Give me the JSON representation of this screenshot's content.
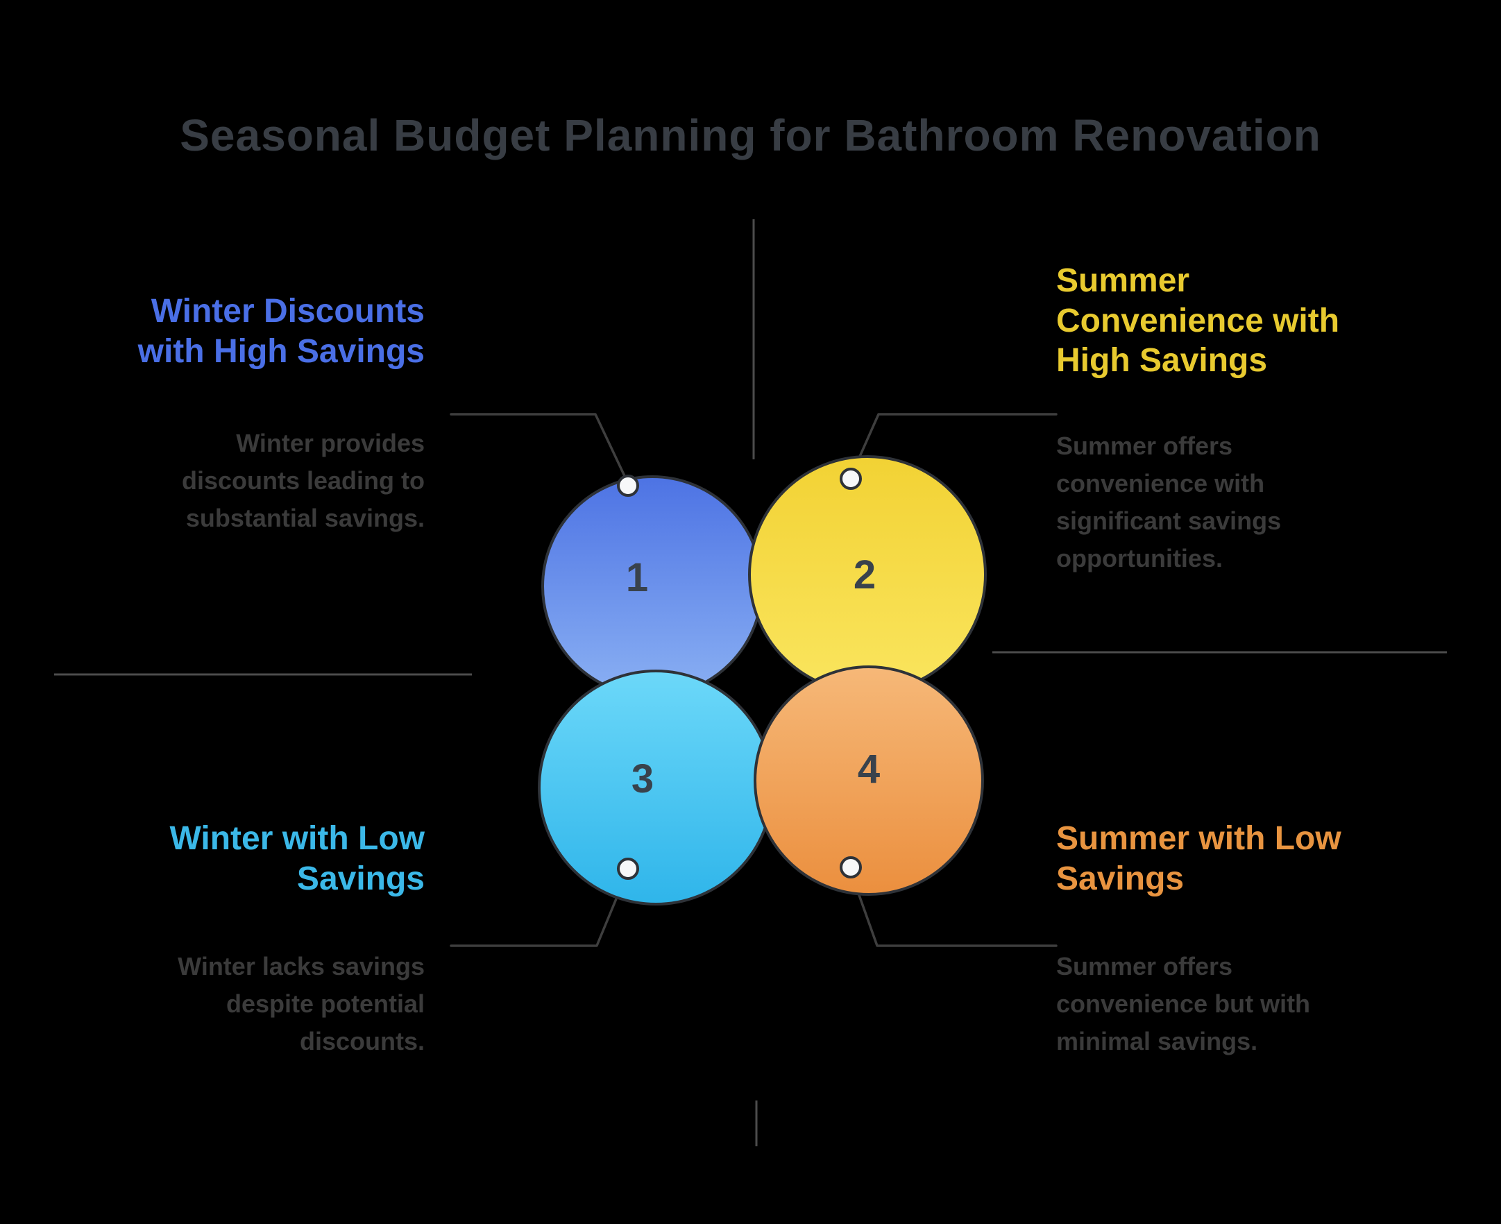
{
  "title": "Seasonal Budget Planning for Bathroom Renovation",
  "colors": {
    "background": "#000000",
    "title_text": "#383d44",
    "description_text": "#3b3b3b",
    "divider_line": "#4c4c4c",
    "connector_line": "#3e3e3e",
    "circle_outline": "#2e3238",
    "number_text": "#39424c",
    "winter_high_blue": "#4a6fe6",
    "summer_high_yellow": "#e8ca2f",
    "winter_low_cyan": "#3bb8e8",
    "summer_low_orange": "#e89440"
  },
  "quadrants": [
    {
      "number": "1",
      "heading": "Winter Discounts\nwith High Savings",
      "description": "Winter provides\ndiscounts leading to\nsubstantial savings."
    },
    {
      "number": "2",
      "heading": "Summer\nConvenience with\nHigh Savings",
      "description": "Summer offers\nconvenience with\nsignificant savings\nopportunities."
    },
    {
      "number": "3",
      "heading": "Winter with Low\nSavings",
      "description": "Winter lacks savings\ndespite potential\ndiscounts."
    },
    {
      "number": "4",
      "heading": "Summer with Low\nSavings",
      "description": "Summer offers\nconvenience but with\nminimal savings."
    }
  ]
}
